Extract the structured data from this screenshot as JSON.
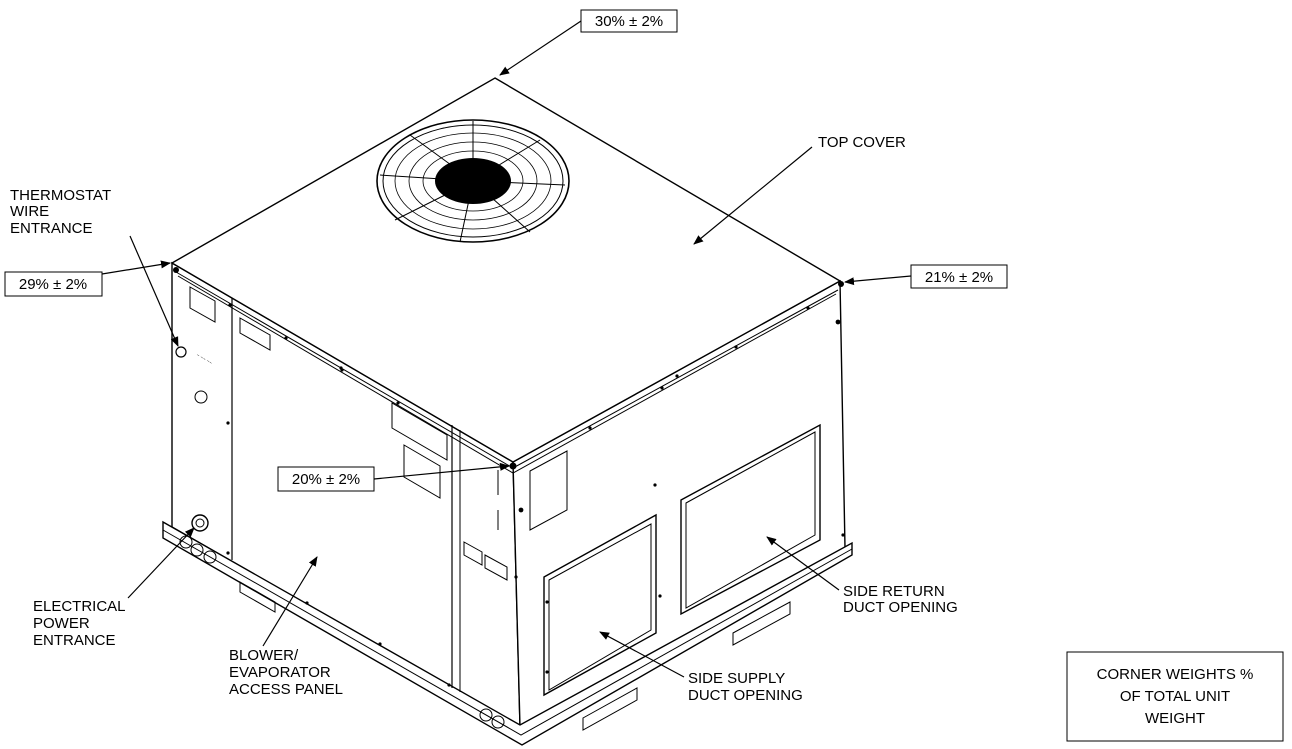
{
  "callouts": {
    "top_corner_weight": "30% ± 2%",
    "left_corner_weight": "29% ± 2%",
    "right_corner_weight": "21% ± 2%",
    "front_corner_weight": "20% ± 2%"
  },
  "labels": {
    "top_cover": "TOP COVER",
    "thermostat": [
      "THERMOSTAT",
      "WIRE",
      "ENTRANCE"
    ],
    "electrical": [
      "ELECTRICAL",
      "POWER",
      "ENTRANCE"
    ],
    "blower": [
      "BLOWER/",
      "EVAPORATOR",
      "ACCESS PANEL"
    ],
    "side_supply": [
      "SIDE SUPPLY",
      "DUCT OPENING"
    ],
    "side_return": [
      "SIDE RETURN",
      "DUCT OPENING"
    ]
  },
  "legend": [
    "CORNER WEIGHTS %",
    "OF TOTAL UNIT",
    "WEIGHT"
  ]
}
